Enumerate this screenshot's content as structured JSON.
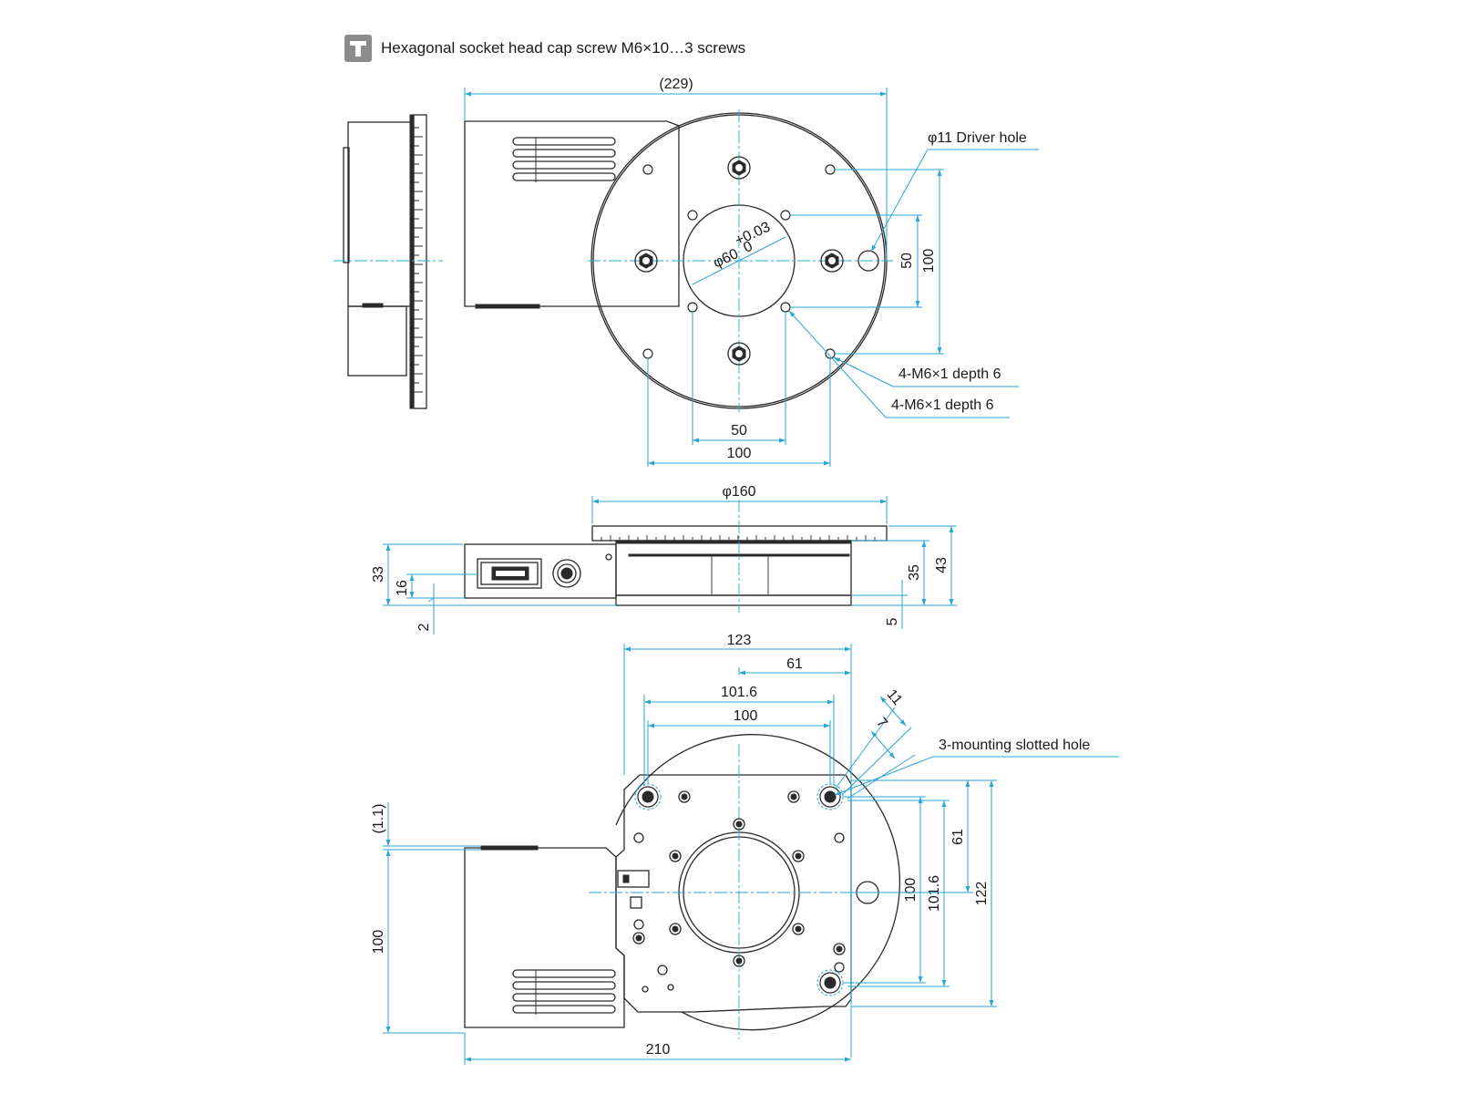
{
  "header": {
    "icon": "hex-key-icon",
    "note": "Hexagonal socket head cap screw M6×10…3 screws"
  },
  "top_view": {
    "overall_width": "(229)",
    "driver_hole": "φ11 Driver hole",
    "bore_diameter": "φ60",
    "bore_tol_upper": "+0.03",
    "bore_tol_lower": "0",
    "tapped_holes_a": "4-M6×1 depth 6",
    "tapped_holes_b": "4-M6×1 depth 6",
    "pitch_inner_h": "50",
    "pitch_outer_h": "100",
    "pitch_inner_v": "50",
    "pitch_outer_v": "100"
  },
  "side_view": {
    "table_diameter": "φ160",
    "motor_height": "33",
    "connector_height": "16",
    "base_offset": "2",
    "body_height": "35",
    "total_height": "43",
    "bottom_step": "5"
  },
  "bottom_view": {
    "plate_width": "123",
    "half_width": "61",
    "slot_pitch_1016": "101.6",
    "slot_pitch_100": "100",
    "slot_length": "11",
    "slot_width": "7",
    "mounting_slots": "3-mounting slotted hole",
    "motor_offset": "(1.1)",
    "motor_depth": "100",
    "overall_length": "210",
    "v_pitch_100": "100",
    "v_pitch_1016": "101.6",
    "v_half": "61",
    "v_total": "122"
  },
  "colors": {
    "dimension": "#2aa6d6",
    "outline": "#2a2a2a"
  }
}
